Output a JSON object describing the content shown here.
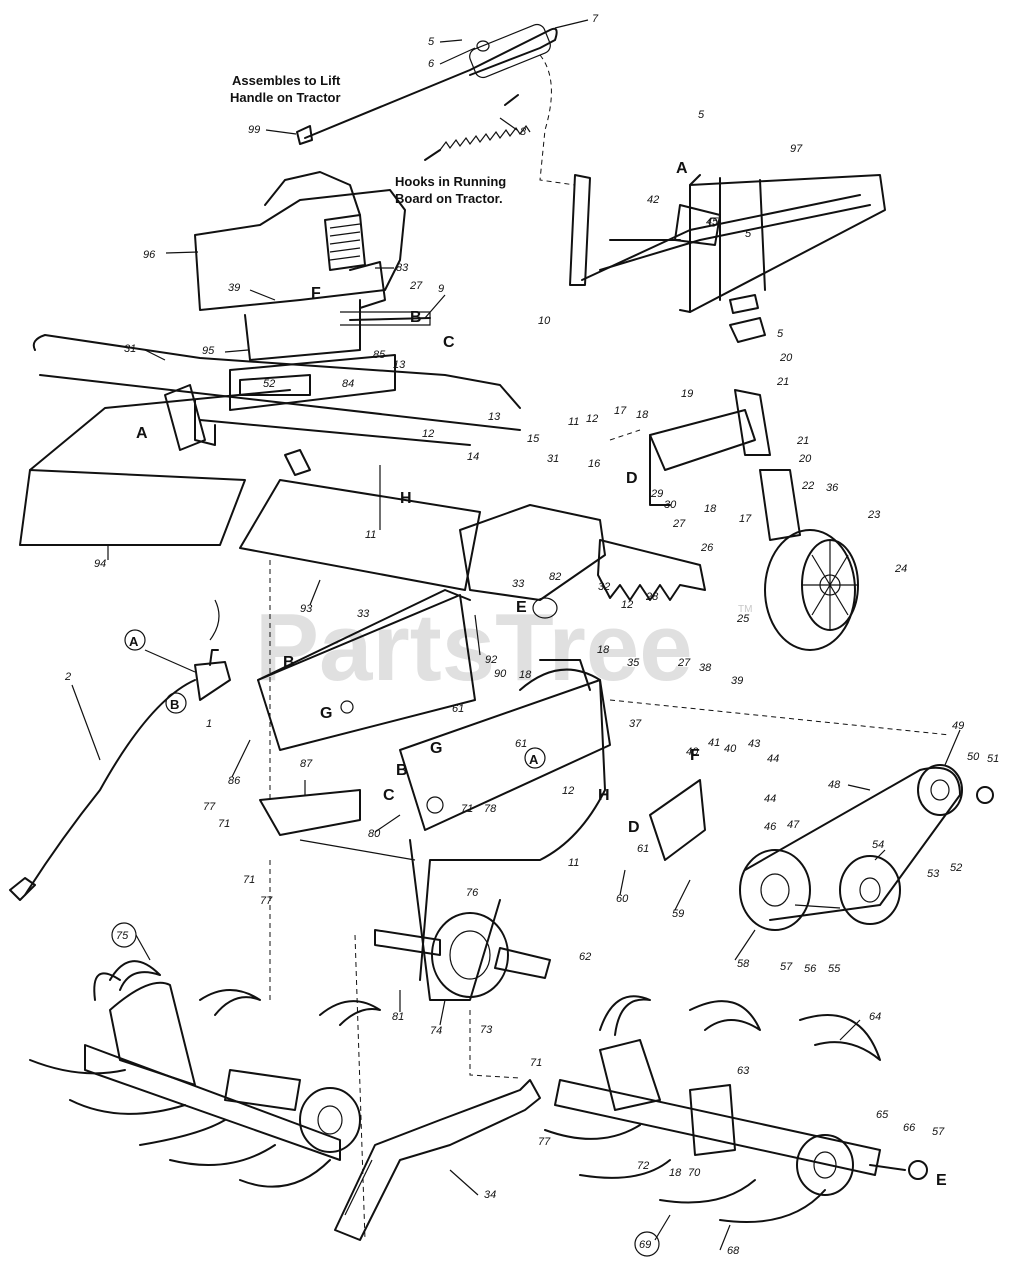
{
  "notes": {
    "lift_line1": "Assembles to Lift",
    "lift_line2": "Handle on Tractor",
    "hooks_line1": "Hooks in Running",
    "hooks_line2": "Board on Tractor."
  },
  "watermark": {
    "text": "PartsTree",
    "tm": "TM"
  },
  "letters": {
    "A": "A",
    "A2": "A",
    "B": "B",
    "C": "C",
    "C2": "C",
    "D": "D",
    "D2": "D",
    "E": "E",
    "E2": "E",
    "F": "F",
    "F2": "F",
    "G": "G",
    "G2": "G",
    "H": "H",
    "H2": "H",
    "B2": "B",
    "A_circ": "A",
    "B_circ": "B",
    "A_circ2": "A"
  },
  "callouts": {
    "n5a": "5",
    "n6": "6",
    "n7": "7",
    "n99": "99",
    "n8": "8",
    "n5b": "5",
    "n97": "97",
    "n42": "42",
    "n45": "45",
    "n5c": "5",
    "n10": "10",
    "n96": "96",
    "n39a": "39",
    "n83": "83",
    "n27a": "27",
    "n9": "9",
    "n95": "95",
    "n85": "85",
    "n31a": "31",
    "n52a": "52",
    "n84": "84",
    "n13a": "13",
    "n13b": "13",
    "n12a": "12",
    "n11a": "11",
    "n14": "14",
    "n94": "94",
    "n15": "15",
    "n11b": "11",
    "n12b": "12",
    "n17a": "17",
    "n18a": "18",
    "n19": "19",
    "n5d": "5",
    "n20a": "20",
    "n21a": "21",
    "n21b": "21",
    "n20b": "20",
    "n22": "22",
    "n36": "36",
    "n18b": "18",
    "n17b": "17",
    "n31b": "31",
    "n16": "16",
    "n29": "29",
    "n30": "30",
    "n27b": "27",
    "n26": "26",
    "n28": "28",
    "n32": "32",
    "n12c": "12",
    "n82": "82",
    "n33a": "33",
    "n23": "23",
    "n24": "24",
    "n25": "25",
    "n93": "93",
    "n33b": "33",
    "n92": "92",
    "n18c": "18",
    "n35": "35",
    "n2": "2",
    "n1": "1",
    "n86": "86",
    "n90": "90",
    "n18d": "18",
    "n61a": "61",
    "n27c": "27",
    "n38": "38",
    "n39b": "39",
    "n37": "37",
    "n61b": "61",
    "n40a": "40",
    "n41": "41",
    "n40b": "40",
    "n43": "43",
    "n44a": "44",
    "n44b": "44",
    "n46": "46",
    "n47": "47",
    "n48": "48",
    "n49": "49",
    "n50": "50",
    "n51": "51",
    "n87": "87",
    "n77a": "77",
    "n71a": "71",
    "n71b": "71",
    "n77b": "77",
    "n80": "80",
    "n71c": "71",
    "n78": "78",
    "n12d": "12",
    "n11c": "11",
    "n61c": "61",
    "n60": "60",
    "n59": "59",
    "n76": "76",
    "n54": "54",
    "n53": "53",
    "n52b": "52",
    "n58": "58",
    "n57a": "57",
    "n56": "56",
    "n55": "55",
    "n62": "62",
    "n81": "81",
    "n74": "74",
    "n73": "73",
    "n75": "75",
    "n64": "64",
    "n71d": "71",
    "n77c": "77",
    "n63": "63",
    "n34": "34",
    "n72": "72",
    "n18e": "18",
    "n70": "70",
    "n65": "65",
    "n66": "66",
    "n57b": "57",
    "n69": "69",
    "n68": "68"
  }
}
